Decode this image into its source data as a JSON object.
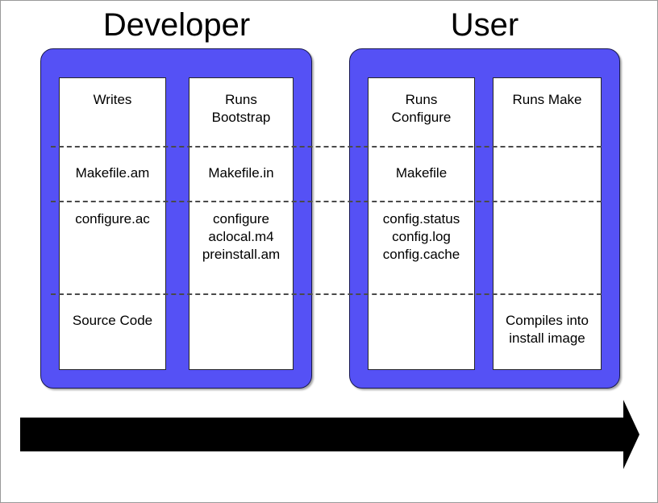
{
  "diagram": {
    "title_developer": "Developer",
    "title_user": "User",
    "accent_color": "#5551f5",
    "arrow_color": "#000000",
    "separator_color": "#4a4a4a"
  },
  "groups": [
    {
      "name": "developer",
      "label": "Developer",
      "columns": [
        {
          "name": "writes",
          "cells": [
            "Writes",
            "Makefile.am",
            "configure.ac",
            "Source Code"
          ]
        },
        {
          "name": "runs-bootstrap",
          "cells": [
            "Runs\nBootstrap",
            "Makefile.in",
            "configure\naclocal.m4\npreinstall.am",
            ""
          ]
        }
      ]
    },
    {
      "name": "user",
      "label": "User",
      "columns": [
        {
          "name": "runs-configure",
          "cells": [
            "Runs\nConfigure",
            "Makefile",
            "config.status\nconfig.log\nconfig.cache",
            ""
          ]
        },
        {
          "name": "runs-make",
          "cells": [
            "Runs Make",
            "",
            "",
            "Compiles into\ninstall image"
          ]
        }
      ]
    }
  ],
  "arrow": {
    "name": "time-flow-arrow",
    "direction": "right"
  }
}
